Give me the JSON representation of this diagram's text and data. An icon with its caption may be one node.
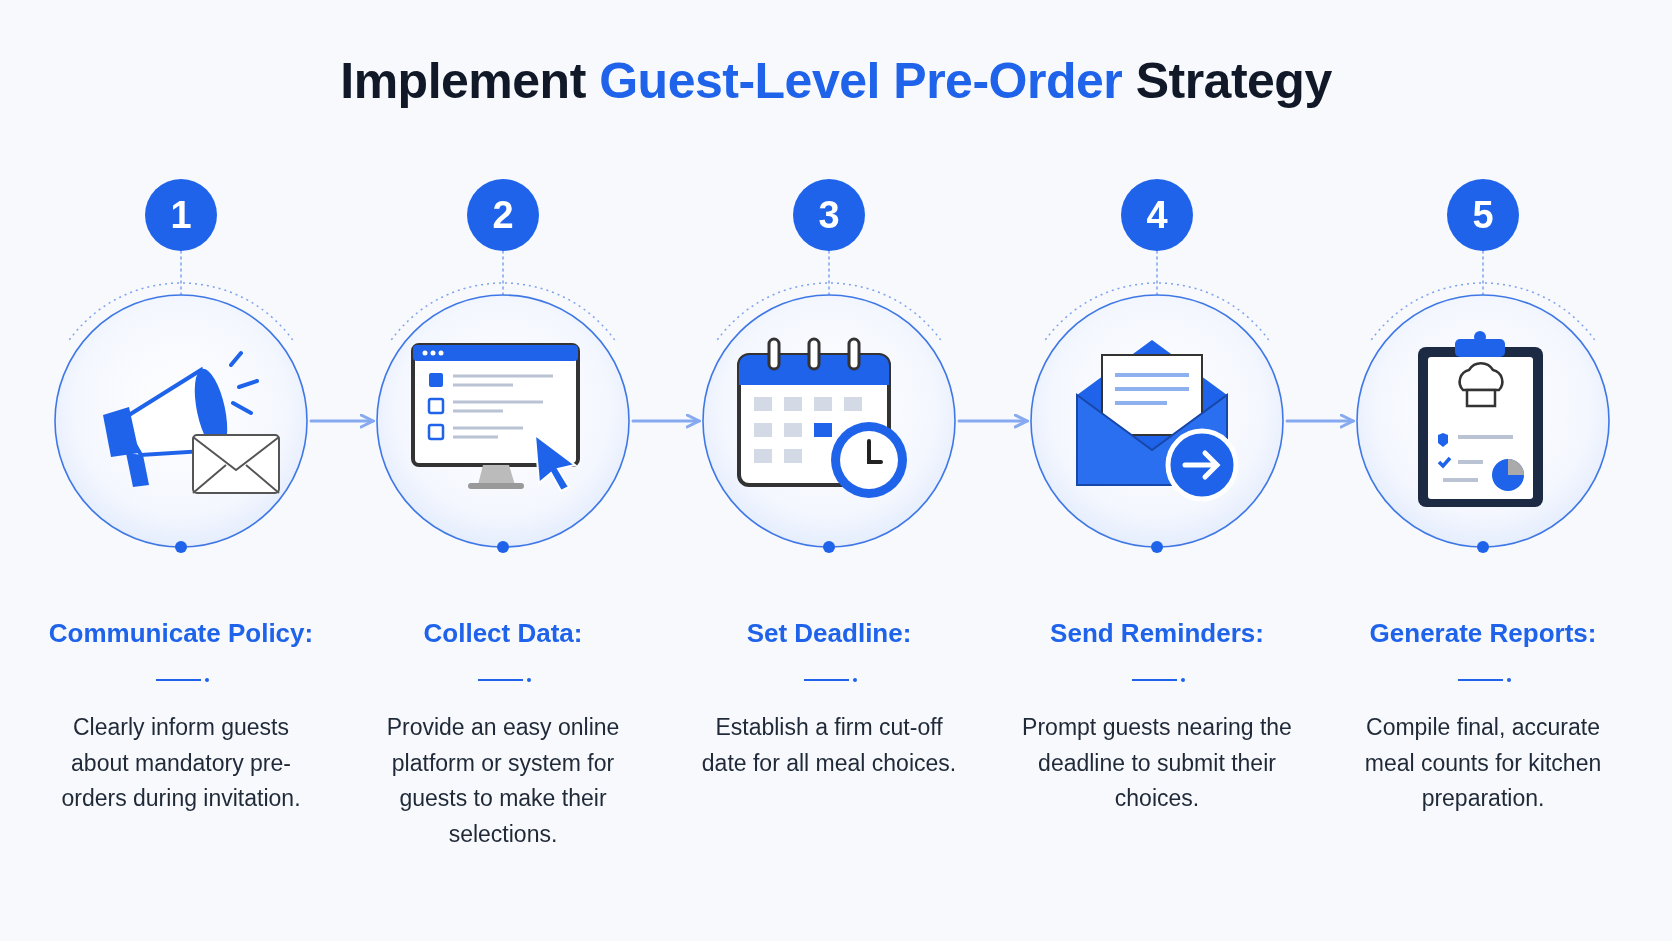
{
  "diagram": {
    "title": "Implement **Guest-Level Pre-Order** Strategy",
    "nodes": [
      {
        "text": [
          "1"
        ]
      },
      {
        "text": [
          "2"
        ]
      },
      {
        "text": [
          "3"
        ]
      },
      {
        "text": [
          "4"
        ]
      },
      {
        "text": [
          "5"
        ]
      },
      {
        "text": [
          "Communicate Policy:",
          "Clearly inform guests about mandatory pre-orders during invitation."
        ]
      },
      {
        "text": [
          "Collect Data:",
          "Provide an easy online platform or system for guests to make their selections."
        ]
      },
      {
        "text": [
          "Set Deadline:",
          "Establish a firm cut-off date for all meal choices."
        ]
      },
      {
        "text": [
          "Send Reminders:",
          "Prompt guests nearing the deadline to submit their choices."
        ]
      },
      {
        "text": [
          "Generate Reports:",
          "Compile final, accurate meal counts for kitchen preparation."
        ]
      }
    ],
    "edges": [
      {
        "from": 0,
        "to": 5,
        "arrow": "none",
        "style": "dashed"
      },
      {
        "from": 1,
        "to": 6,
        "arrow": "none",
        "style": "dashed"
      },
      {
        "from": 2,
        "to": 7,
        "arrow": "none",
        "style": "dashed"
      },
      {
        "from": 3,
        "to": 8,
        "arrow": "none",
        "style": "dashed"
      },
      {
        "from": 4,
        "to": 9,
        "arrow": "none",
        "style": "dashed"
      },
      {
        "from": 5,
        "to": 6,
        "arrow": "to"
      },
      {
        "from": 6,
        "to": 7,
        "arrow": "to"
      },
      {
        "from": 7,
        "to": 8,
        "arrow": "to"
      },
      {
        "from": 8,
        "to": 9,
        "arrow": "to"
      }
    ]
  }
}
